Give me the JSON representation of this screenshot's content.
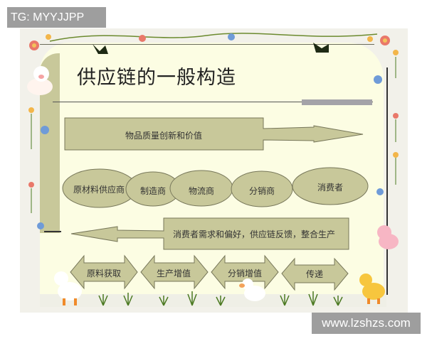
{
  "watermarks": {
    "top_left": "TG: MYYJJPP",
    "bottom_right": "www.lzshzs.com"
  },
  "slide": {
    "title": "供应链的一般构造",
    "top_arrow": {
      "label": "物品质量创新和价值",
      "direction": "right"
    },
    "nodes": [
      {
        "label": "原材料供应商"
      },
      {
        "label": "制造商"
      },
      {
        "label": "物流商"
      },
      {
        "label": "分销商"
      },
      {
        "label": "消费者"
      }
    ],
    "feedback_arrow": {
      "label": "消费者需求和偏好，供应链反馈，整合生产",
      "direction": "left"
    },
    "stages": [
      {
        "label": "原料获取"
      },
      {
        "label": "生产增值"
      },
      {
        "label": "分销增值"
      },
      {
        "label": "传递"
      }
    ]
  },
  "colors": {
    "slide_bg": "#fcfde3",
    "shape_fill": "#c8c89a",
    "shape_stroke": "#77775a",
    "frame_bg": "#f2f1ea",
    "watermark_bg": "#9e9e9e"
  },
  "decorations": [
    "flower-vine-border",
    "sheep-icon",
    "pig-icon",
    "duck-icon",
    "cow-icon",
    "grass-icon"
  ]
}
